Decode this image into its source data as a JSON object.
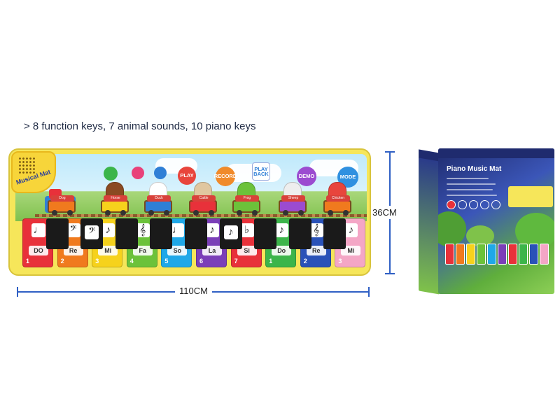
{
  "feature_text": "> 8 function keys, 7 animal sounds, 10 piano keys",
  "mat": {
    "logo_text": "Musical Mat",
    "function_buttons": [
      {
        "label": "",
        "color": "#3bb54a"
      },
      {
        "label": "",
        "color": "#e8417a"
      },
      {
        "label": "",
        "color": "#2f7fd6"
      },
      {
        "label": "PLAY",
        "color": "#e8453c"
      },
      {
        "label": "RECORD",
        "color": "#f08a2a"
      },
      {
        "label": "PLAY BACK",
        "color": "#ffffff"
      },
      {
        "label": "DEMO",
        "color": "#9b4bd0"
      },
      {
        "label": "MODE",
        "color": "#2f90e0"
      }
    ],
    "animals": [
      "Dog",
      "Horse",
      "Duck",
      "Cattle",
      "Frog",
      "Sheep",
      "Chicken"
    ],
    "white_keys": [
      {
        "label": "DO",
        "num": "1",
        "note": "♩",
        "color": "#e8313a"
      },
      {
        "label": "Re",
        "num": "2",
        "note": "𝄢",
        "color": "#f07a1e"
      },
      {
        "label": "Mi",
        "num": "3",
        "note": "♪",
        "color": "#f6d21c"
      },
      {
        "label": "Fa",
        "num": "4",
        "note": "𝄞",
        "color": "#6cc23a"
      },
      {
        "label": "So",
        "num": "5",
        "note": "♩",
        "color": "#1fa8e8"
      },
      {
        "label": "La",
        "num": "6",
        "note": "♪",
        "color": "#7b3fb8"
      },
      {
        "label": "Si",
        "num": "7",
        "note": "♭",
        "color": "#e8313a"
      },
      {
        "label": "Do",
        "num": "1",
        "note": "♪",
        "color": "#3cb54a"
      },
      {
        "label": "Re",
        "num": "2",
        "note": "𝄞",
        "color": "#2a52b8"
      },
      {
        "label": "Mi",
        "num": "3",
        "note": "♪",
        "color": "#f4a6c6"
      }
    ],
    "black_keys": [
      {
        "note": ""
      },
      {
        "note": "𝄢"
      },
      {
        "note": ""
      },
      {
        "note": ""
      },
      {
        "note": ""
      },
      {
        "note": "♪"
      },
      {
        "note": ""
      },
      {
        "note": ""
      },
      {
        "note": ""
      }
    ]
  },
  "dimensions": {
    "width_label": "110CM",
    "height_label": "36CM"
  },
  "box": {
    "title": "Piano Music Mat"
  }
}
